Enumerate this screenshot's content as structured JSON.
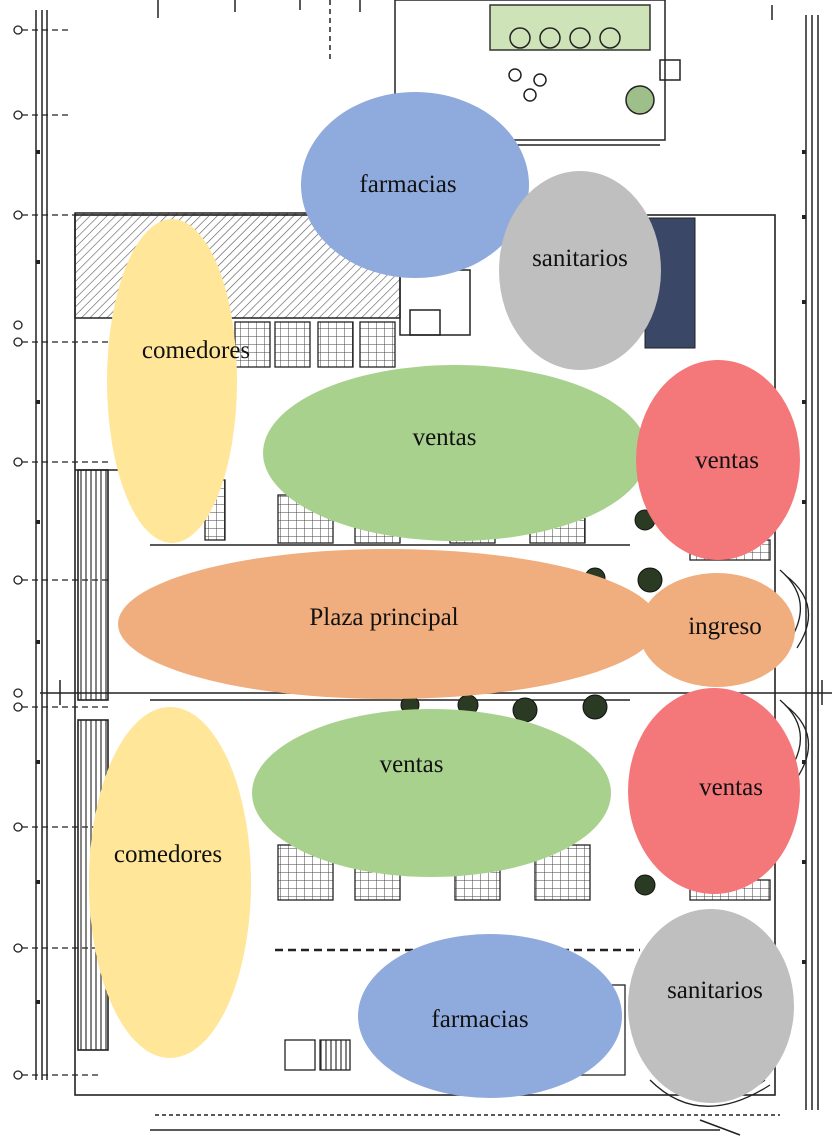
{
  "diagram": {
    "colors": {
      "farmacias": "#8faadc",
      "sanitarios": "#bfbfbf",
      "comedores": "#ffe699",
      "ventas_green": "#a9d18e",
      "ventas_red": "#f4777a",
      "plaza": "#f0ad7d",
      "linework": "#222222"
    },
    "zones": {
      "farmacias_top": "farmacias",
      "sanitarios_top": "sanitarios",
      "comedores_top": "comedores",
      "ventas_center_top": "ventas",
      "ventas_right_top": "ventas",
      "plaza": "Plaza principal",
      "ingreso": "ingreso",
      "comedores_bottom": "comedores",
      "ventas_center_bottom": "ventas",
      "ventas_right_bottom": "ventas",
      "farmacias_bottom": "farmacias",
      "sanitarios_bottom": "sanitarios"
    }
  }
}
